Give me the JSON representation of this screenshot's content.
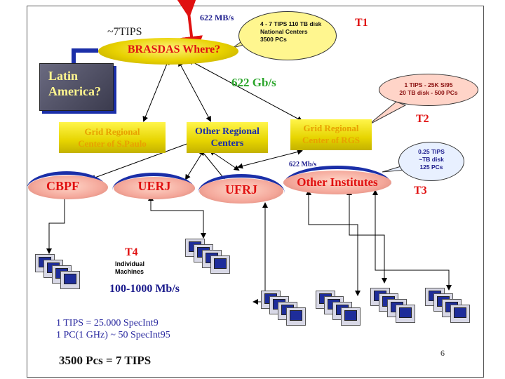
{
  "link_top": "622 MB/s",
  "tier0_capacity": "~7TIPS",
  "tier0_label": "BRASDAS  Where?",
  "t1_callout": {
    "line1": "4 - 7 TIPS 110 TB disk",
    "line2": "National Centers",
    "line3": "3500 PCs"
  },
  "t1_label": "T1",
  "latin_america": {
    "line1": "Latin",
    "line2": "America?"
  },
  "link_mid": "622 Gb/s",
  "t2_callout": {
    "line1": "1 TIPS  -  25K SI95",
    "line2": "20 TB disk - 500 PCs"
  },
  "t2_label": "T2",
  "regional_left": {
    "line1": "Grid Regional",
    "line2": "Center of S.Paulo"
  },
  "regional_mid": {
    "line1": "Other Regional",
    "line2": "Centers"
  },
  "regional_right": {
    "line1": "Grid Regional",
    "line2": "Center of RGS"
  },
  "t3_callout": {
    "line1": "0.25 TIPS",
    "line2": "~TB disk",
    "line3": "125 PCs"
  },
  "t3_label": "T3",
  "link_low": "622 Mb/s",
  "institutes": [
    "CBPF",
    "UERJ",
    "UFRJ",
    "Other Institutes"
  ],
  "t4_label": "T4",
  "t4_sub": {
    "line1": "Individual",
    "line2": "Machines"
  },
  "bandwidth": "100-1000 Mb/s",
  "eq1": "1 TIPS = 25.000 SpecInt9",
  "eq2": "1 PC(1 GHz) ~ 50 SpecInt95",
  "summary": "3500 Pcs = 7 TIPS",
  "page_number": "6",
  "colors": {
    "tier_gold": "#e8d100",
    "institute_pink": "#f4a79a",
    "arc_blue": "#1b2fa8",
    "label_red": "#e01010",
    "link_green": "#2aa52a",
    "latin_box": "#4a4a5e"
  }
}
